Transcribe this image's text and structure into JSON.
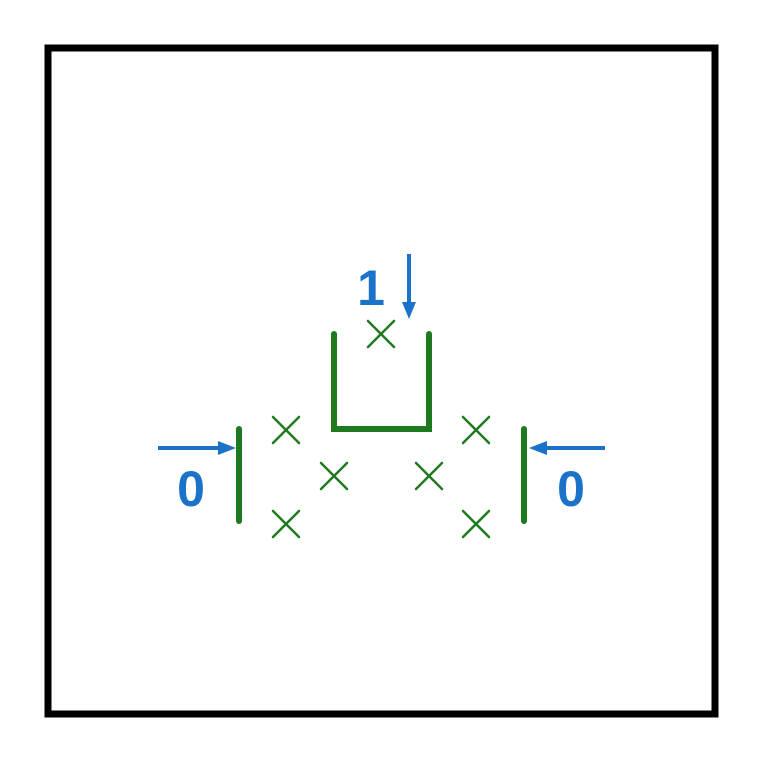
{
  "puzzle": {
    "clues": [
      {
        "id": "clue-top",
        "value": "1",
        "arrow_direction": "down"
      },
      {
        "id": "clue-left",
        "value": "0",
        "arrow_direction": "right"
      },
      {
        "id": "clue-right",
        "value": "0",
        "arrow_direction": "left"
      }
    ],
    "colors": {
      "frame": "#000000",
      "walls": "#1f7a1f",
      "crosses": "#1f7a1f",
      "clues": "#1a73c9",
      "background": "#ffffff"
    }
  }
}
